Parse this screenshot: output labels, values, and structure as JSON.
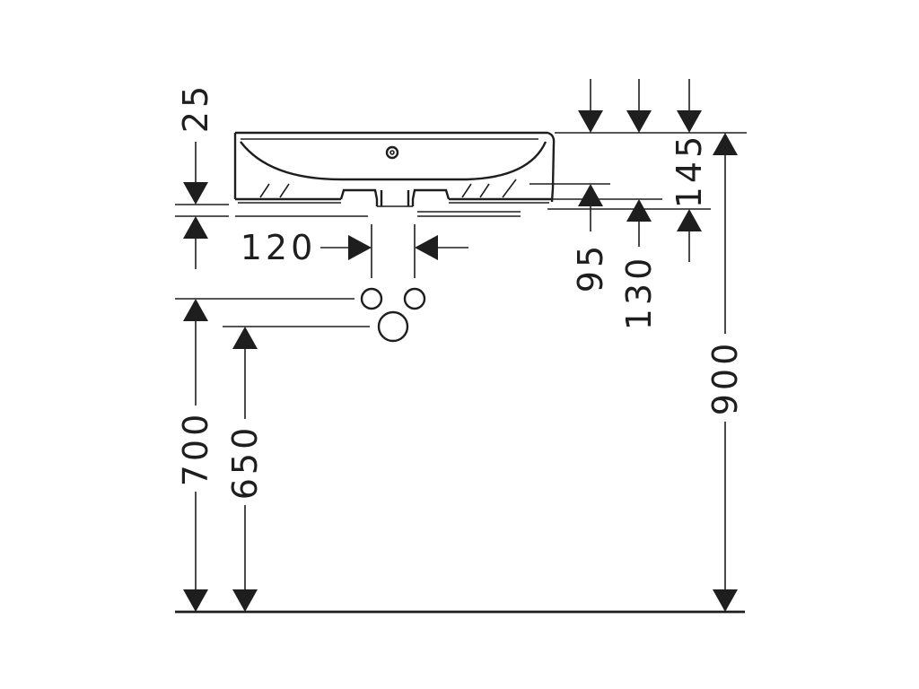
{
  "dimensions": {
    "top_rim_height": "25",
    "basin_height": "145",
    "waste_height": "95",
    "overflow_height": "130",
    "waste_width": "120",
    "supply_height": "700",
    "drain_height": "650",
    "rim_height": "900"
  },
  "colors": {
    "line": "#1e1e1e",
    "background": "#ffffff"
  }
}
